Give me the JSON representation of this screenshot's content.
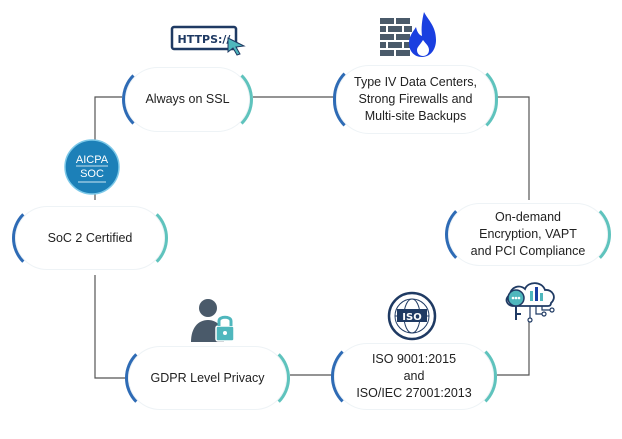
{
  "diagram": {
    "nodes": [
      {
        "id": "ssl",
        "label": "Always on SSL",
        "icon": "https-cursor-icon",
        "icon_text": "HTTPS://"
      },
      {
        "id": "datacenter",
        "label": "Type IV Data Centers,\nStrong Firewalls and\nMulti-site Backups",
        "icon": "firewall-flame-icon"
      },
      {
        "id": "encryption",
        "label": "On-demand\nEncryption, VAPT\nand PCI Compliance",
        "icon": "cloud-key-icon"
      },
      {
        "id": "iso",
        "label": "ISO 9001:2015\nand\nISO/IEC 27001:2013",
        "icon": "iso-seal-icon",
        "icon_text": "ISO"
      },
      {
        "id": "gdpr",
        "label": "GDPR Level Privacy",
        "icon": "user-lock-icon"
      },
      {
        "id": "soc",
        "label": "SoC 2 Certified",
        "icon": "aicpa-soc-badge-icon",
        "icon_text": [
          "AICPA",
          "SOC"
        ]
      }
    ],
    "edges": [
      [
        "ssl",
        "datacenter"
      ],
      [
        "datacenter",
        "encryption"
      ],
      [
        "encryption",
        "iso"
      ],
      [
        "iso",
        "gdpr"
      ],
      [
        "gdpr",
        "soc"
      ],
      [
        "soc",
        "ssl"
      ]
    ]
  },
  "colors": {
    "pill_left": "#2e6bb5",
    "pill_right": "#5fc3bd",
    "connector": "#555555",
    "icon_navy": "#1f3a63",
    "icon_blue": "#1a3fa3",
    "icon_teal": "#4fb7bd",
    "icon_slate": "#4a5a6a",
    "flame": "#1a3fe0"
  }
}
